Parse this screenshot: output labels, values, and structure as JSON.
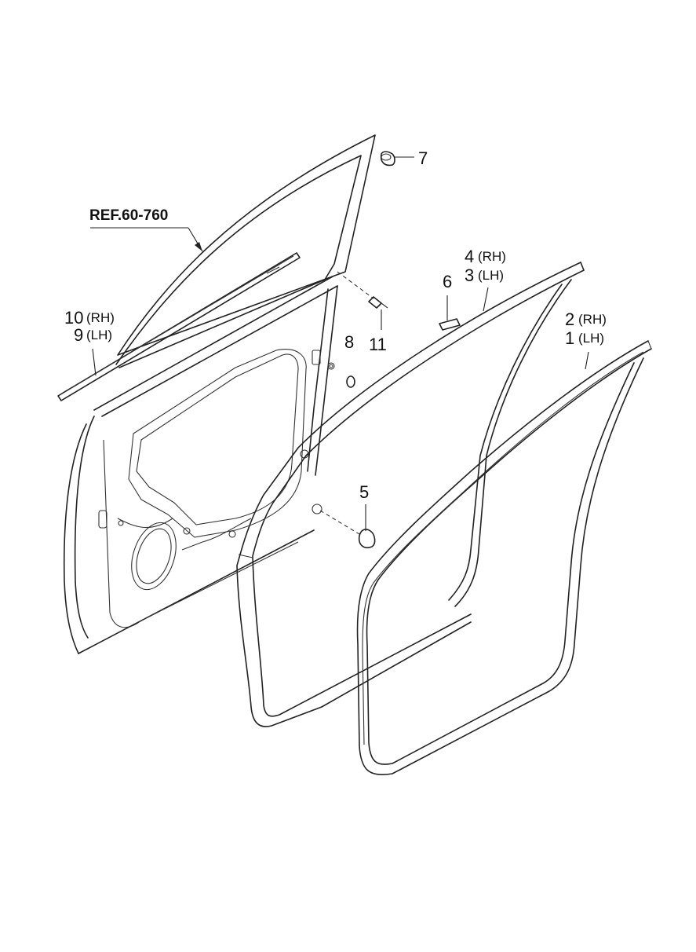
{
  "diagram": {
    "reference": "REF.60-760",
    "callouts": [
      {
        "id": "c1",
        "num": "1",
        "side": "(LH)"
      },
      {
        "id": "c2",
        "num": "2",
        "side": "(RH)"
      },
      {
        "id": "c3",
        "num": "3",
        "side": "(LH)"
      },
      {
        "id": "c4",
        "num": "4",
        "side": "(RH)"
      },
      {
        "id": "c5",
        "num": "5",
        "side": ""
      },
      {
        "id": "c6",
        "num": "6",
        "side": ""
      },
      {
        "id": "c7",
        "num": "7",
        "side": ""
      },
      {
        "id": "c8",
        "num": "8",
        "side": ""
      },
      {
        "id": "c9",
        "num": "9",
        "side": "(LH)"
      },
      {
        "id": "c10",
        "num": "10",
        "side": "(RH)"
      },
      {
        "id": "c11",
        "num": "11",
        "side": ""
      }
    ],
    "line_color": "#222222",
    "background": "#ffffff"
  }
}
